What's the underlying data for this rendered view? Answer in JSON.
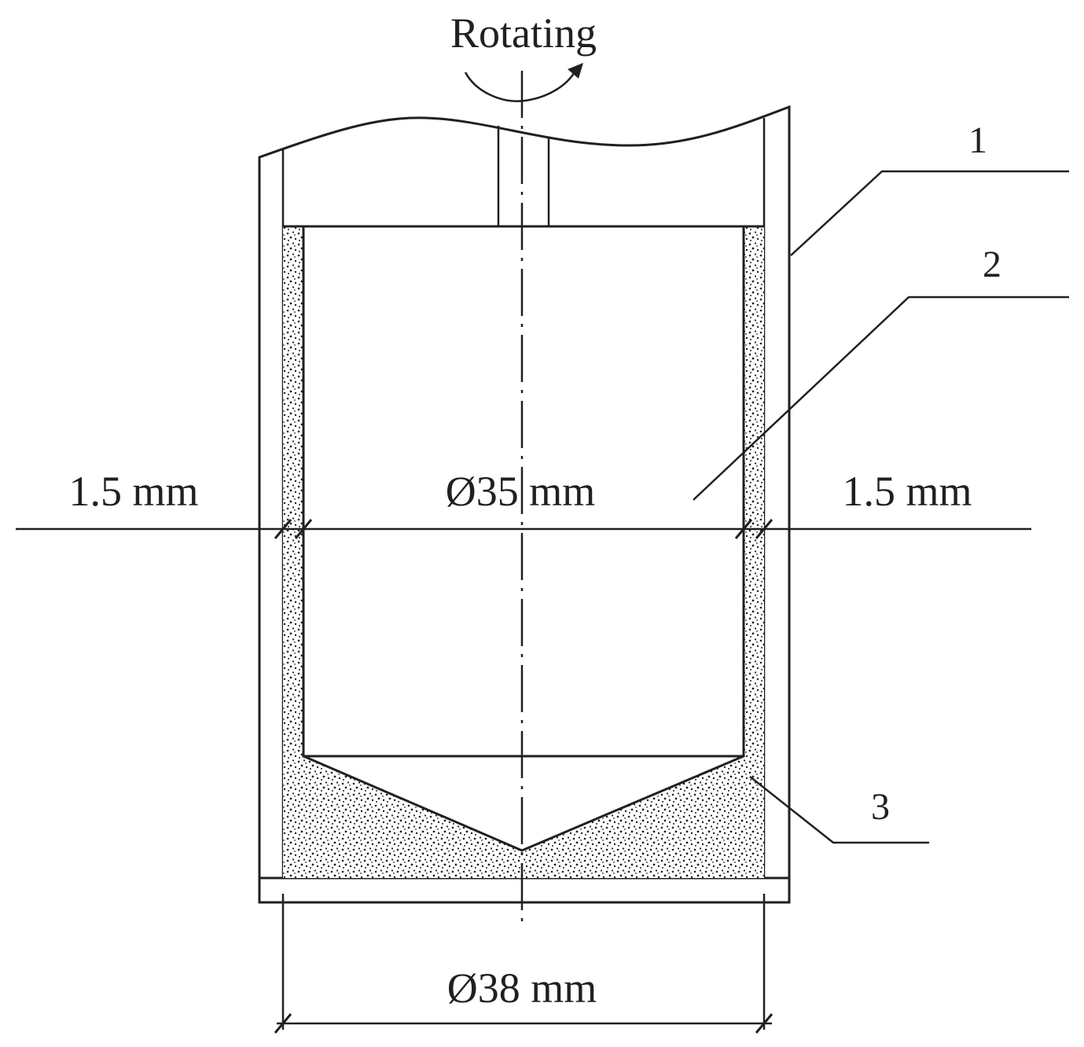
{
  "rotation_label": "Rotating",
  "dimensions": {
    "left_gap": "1.5 mm",
    "inner_diameter": "Ø35 mm",
    "right_gap": "1.5 mm",
    "outer_diameter": "Ø38 mm"
  },
  "callouts": [
    "1",
    "2",
    "3"
  ],
  "colors": {
    "ink": "#231f20",
    "background": "#ffffff"
  }
}
